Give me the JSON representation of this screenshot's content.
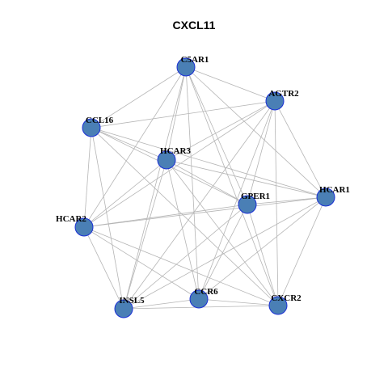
{
  "title": "CXCL11",
  "colors": {
    "node_fill": "#4a7fb5",
    "node_stroke": "#1a2fd6",
    "edge": "#b5b5b5"
  },
  "nodes": [
    {
      "id": "C5AR1",
      "label": "C5AR1"
    },
    {
      "id": "AGTR2",
      "label": "AGTR2"
    },
    {
      "id": "CCL16",
      "label": "CCL16"
    },
    {
      "id": "HCAR3",
      "label": "HCAR3"
    },
    {
      "id": "GPER1",
      "label": "GPER1"
    },
    {
      "id": "HCAR1",
      "label": "HCAR1"
    },
    {
      "id": "HCAR2",
      "label": "HCAR2"
    },
    {
      "id": "INSL5",
      "label": "INSL5"
    },
    {
      "id": "CCR6",
      "label": "CCR6"
    },
    {
      "id": "CXCR2",
      "label": "CXCR2"
    }
  ],
  "edges": [
    [
      "C5AR1",
      "AGTR2"
    ],
    [
      "C5AR1",
      "CCL16"
    ],
    [
      "C5AR1",
      "HCAR3"
    ],
    [
      "C5AR1",
      "GPER1"
    ],
    [
      "C5AR1",
      "HCAR1"
    ],
    [
      "C5AR1",
      "INSL5"
    ],
    [
      "C5AR1",
      "CCR6"
    ],
    [
      "C5AR1",
      "CXCR2"
    ],
    [
      "C5AR1",
      "HCAR2"
    ],
    [
      "AGTR2",
      "CCL16"
    ],
    [
      "AGTR2",
      "HCAR3"
    ],
    [
      "AGTR2",
      "GPER1"
    ],
    [
      "AGTR2",
      "HCAR1"
    ],
    [
      "AGTR2",
      "INSL5"
    ],
    [
      "AGTR2",
      "CCR6"
    ],
    [
      "AGTR2",
      "CXCR2"
    ],
    [
      "AGTR2",
      "HCAR2"
    ],
    [
      "CCL16",
      "HCAR3"
    ],
    [
      "CCL16",
      "GPER1"
    ],
    [
      "CCL16",
      "HCAR1"
    ],
    [
      "CCL16",
      "HCAR2"
    ],
    [
      "CCL16",
      "INSL5"
    ],
    [
      "CCL16",
      "CXCR2"
    ],
    [
      "HCAR3",
      "GPER1"
    ],
    [
      "HCAR3",
      "HCAR1"
    ],
    [
      "HCAR3",
      "HCAR2"
    ],
    [
      "HCAR3",
      "INSL5"
    ],
    [
      "HCAR3",
      "CCR6"
    ],
    [
      "HCAR3",
      "CXCR2"
    ],
    [
      "GPER1",
      "HCAR1"
    ],
    [
      "GPER1",
      "HCAR2"
    ],
    [
      "GPER1",
      "INSL5"
    ],
    [
      "GPER1",
      "CCR6"
    ],
    [
      "GPER1",
      "CXCR2"
    ],
    [
      "HCAR1",
      "HCAR2"
    ],
    [
      "HCAR1",
      "INSL5"
    ],
    [
      "HCAR1",
      "CCR6"
    ],
    [
      "HCAR1",
      "CXCR2"
    ],
    [
      "HCAR2",
      "INSL5"
    ],
    [
      "HCAR2",
      "CCR6"
    ],
    [
      "HCAR2",
      "CXCR2"
    ],
    [
      "INSL5",
      "CCR6"
    ],
    [
      "INSL5",
      "CXCR2"
    ],
    [
      "CCR6",
      "CXCR2"
    ]
  ]
}
